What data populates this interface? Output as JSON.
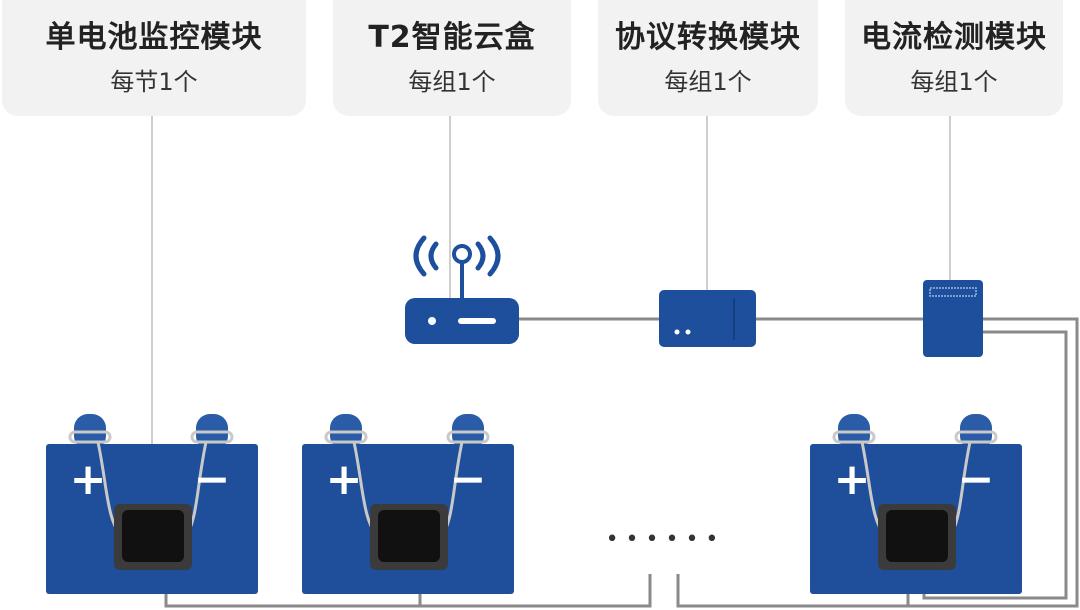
{
  "labels": [
    {
      "title": "单电池监控模块",
      "subtitle": "每节1个"
    },
    {
      "title": "T2智能云盒",
      "subtitle": "每组1个"
    },
    {
      "title": "协议转换模块",
      "subtitle": "每组1个"
    },
    {
      "title": "电流检测模块",
      "subtitle": "每组1个"
    }
  ],
  "ellipsis": "• • • • • •",
  "battery": {
    "plus_symbol": "+",
    "minus_symbol": "−"
  },
  "colors": {
    "device_blue": "#1e4f9c",
    "battery_blue": "#1f4e9a",
    "battery_cap": "#2a5ca8",
    "module_black": "#111111",
    "module_frame": "#3b3b3b",
    "wire_gray": "#8a8a8a",
    "leader_gray": "#bdbdbd",
    "card_bg": "#f2f2f2"
  }
}
